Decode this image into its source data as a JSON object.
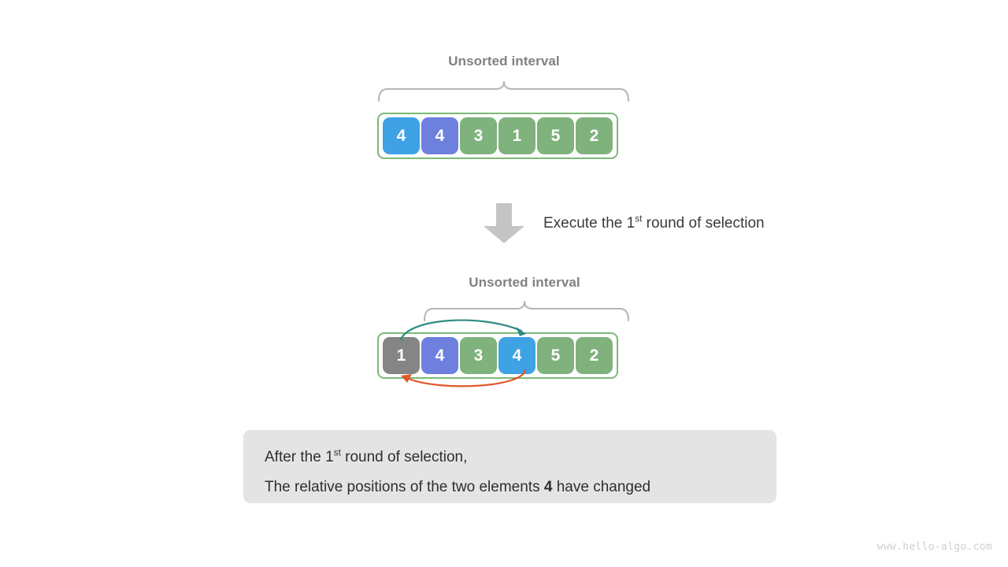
{
  "diagram": {
    "title_watermark": "www.hello-algo.com",
    "steps": [
      {
        "interval_label": "Unsorted interval",
        "cells": [
          {
            "value": "4",
            "color": "blue"
          },
          {
            "value": "4",
            "color": "purple"
          },
          {
            "value": "3",
            "color": "green"
          },
          {
            "value": "1",
            "color": "green"
          },
          {
            "value": "5",
            "color": "green"
          },
          {
            "value": "2",
            "color": "green"
          }
        ]
      },
      {
        "interval_label": "Unsorted interval",
        "cells": [
          {
            "value": "1",
            "color": "gray"
          },
          {
            "value": "4",
            "color": "purple"
          },
          {
            "value": "3",
            "color": "green"
          },
          {
            "value": "4",
            "color": "blue"
          },
          {
            "value": "5",
            "color": "green"
          },
          {
            "value": "2",
            "color": "green"
          }
        ]
      }
    ],
    "transition": {
      "text_before": "Execute the ",
      "ordinal_number": "1",
      "ordinal_suffix": "st",
      "text_after": " round of selection"
    },
    "caption": {
      "line1_before": "After the ",
      "line1_ordinal": "1",
      "line1_suffix": "st",
      "line1_after": " round of selection,",
      "line2_before": "The relative positions of the two elements ",
      "line2_bold": "4",
      "line2_after": " have changed"
    }
  },
  "colors": {
    "green": "#7fb27c",
    "blue": "#3fa2e4",
    "purple": "#6d80dd",
    "gray": "#858585",
    "container_border": "#7dba77",
    "brace": "#b5b5b5",
    "arrow_forward": "#2e8b84",
    "arrow_back": "#e2552a",
    "caption_bg": "#e4e4e4"
  }
}
